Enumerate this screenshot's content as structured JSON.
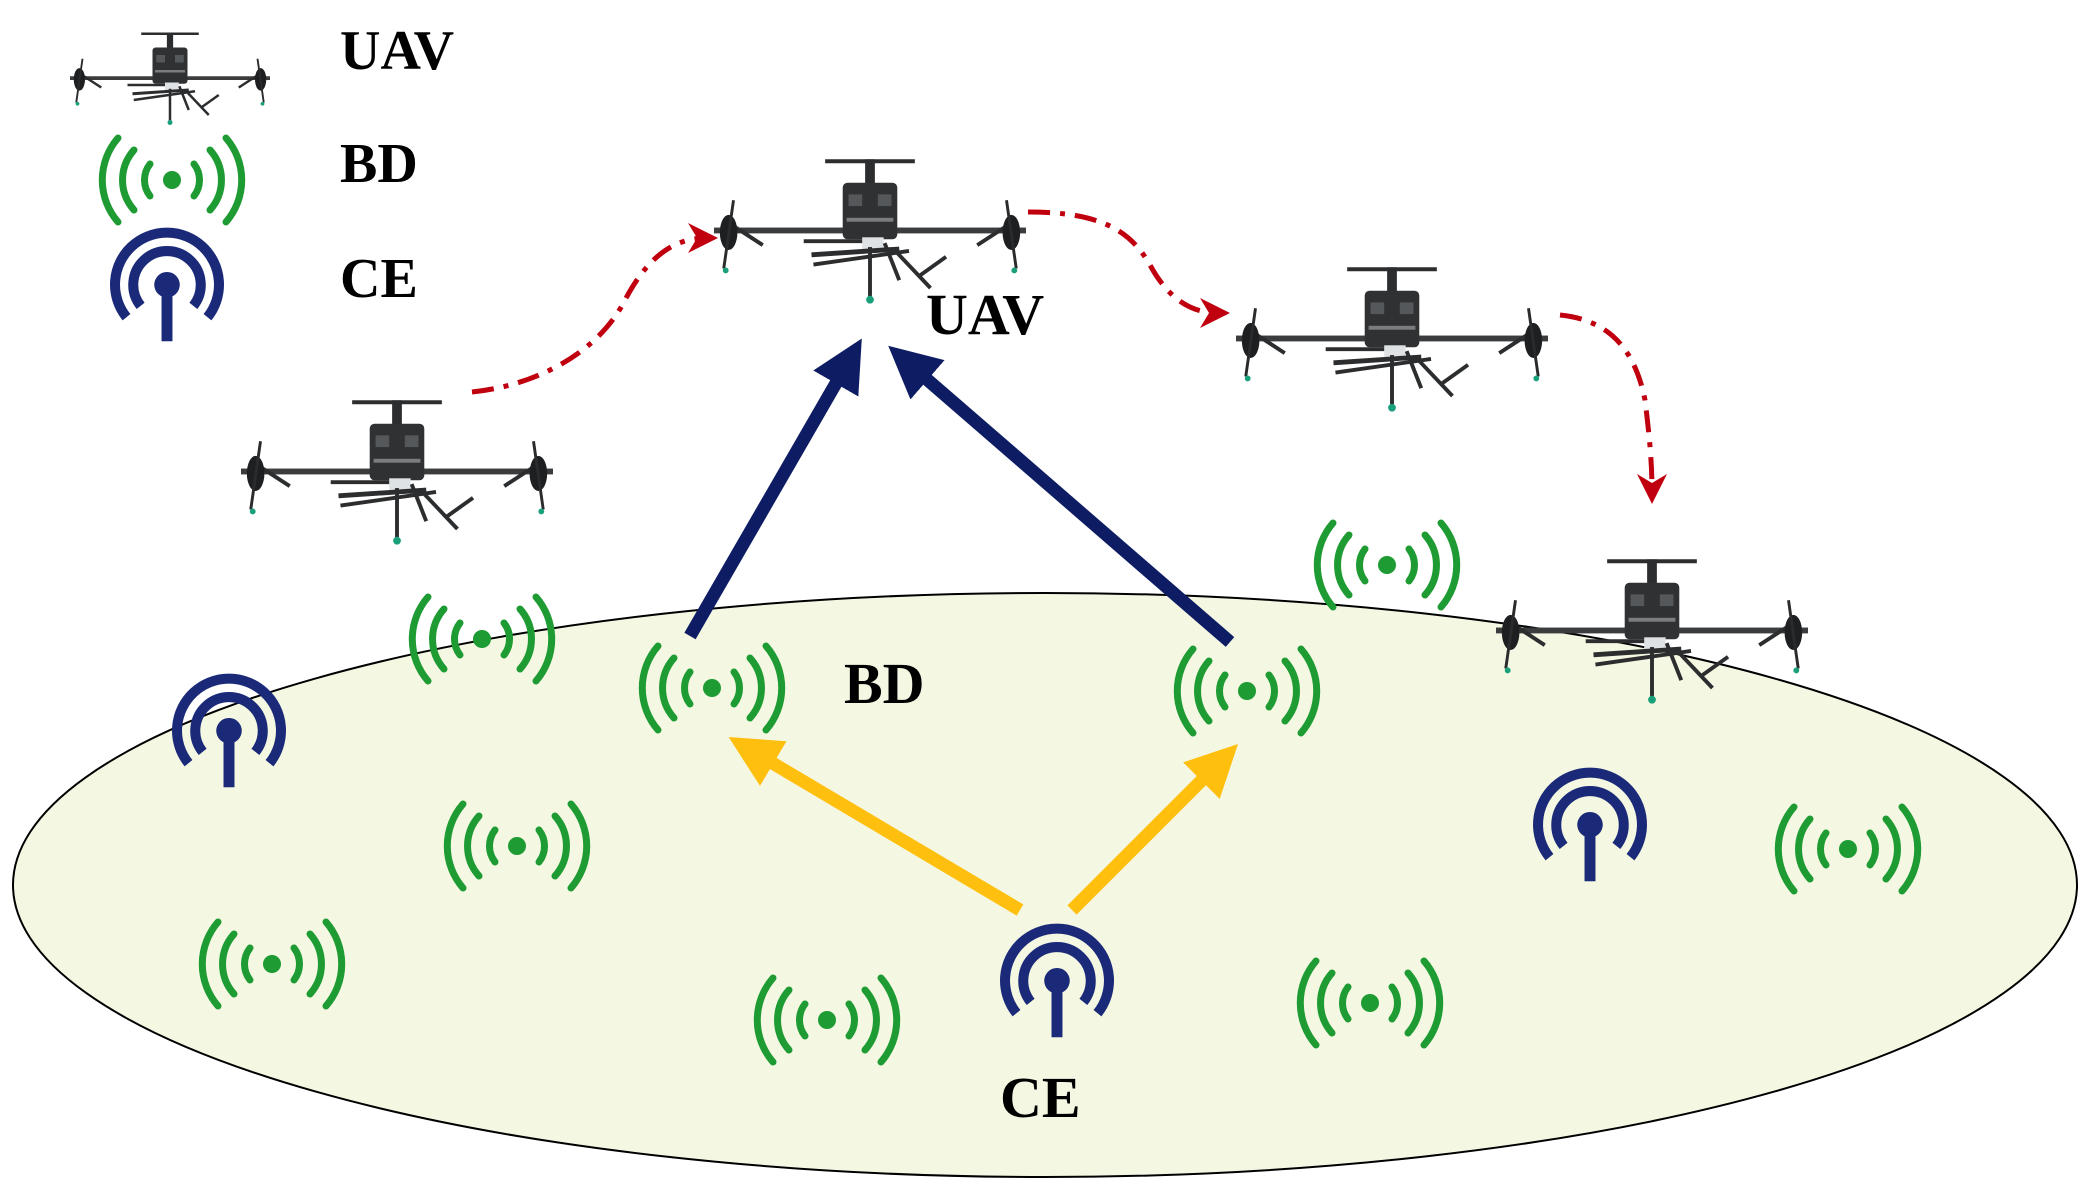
{
  "legend": {
    "uav_label": "UAV",
    "bd_label": "BD",
    "ce_label": "CE"
  },
  "labels": {
    "uav": "UAV",
    "bd": "BD",
    "ce": "CE"
  },
  "colors": {
    "area_fill": "#f4f8e2",
    "area_stroke": "#000000",
    "bd_green": "#1e9b32",
    "ce_navy": "#1b2a78",
    "uplink_navy": "#0e1d63",
    "downlink_yellow": "#ffbf0f",
    "trajectory_red": "#c0000e",
    "drone_body": "#2f3133"
  },
  "icons": {
    "uav": "quadcopter-drone-icon",
    "bd": "backscatter-device-signal-icon",
    "ce": "carrier-emitter-antenna-icon"
  }
}
